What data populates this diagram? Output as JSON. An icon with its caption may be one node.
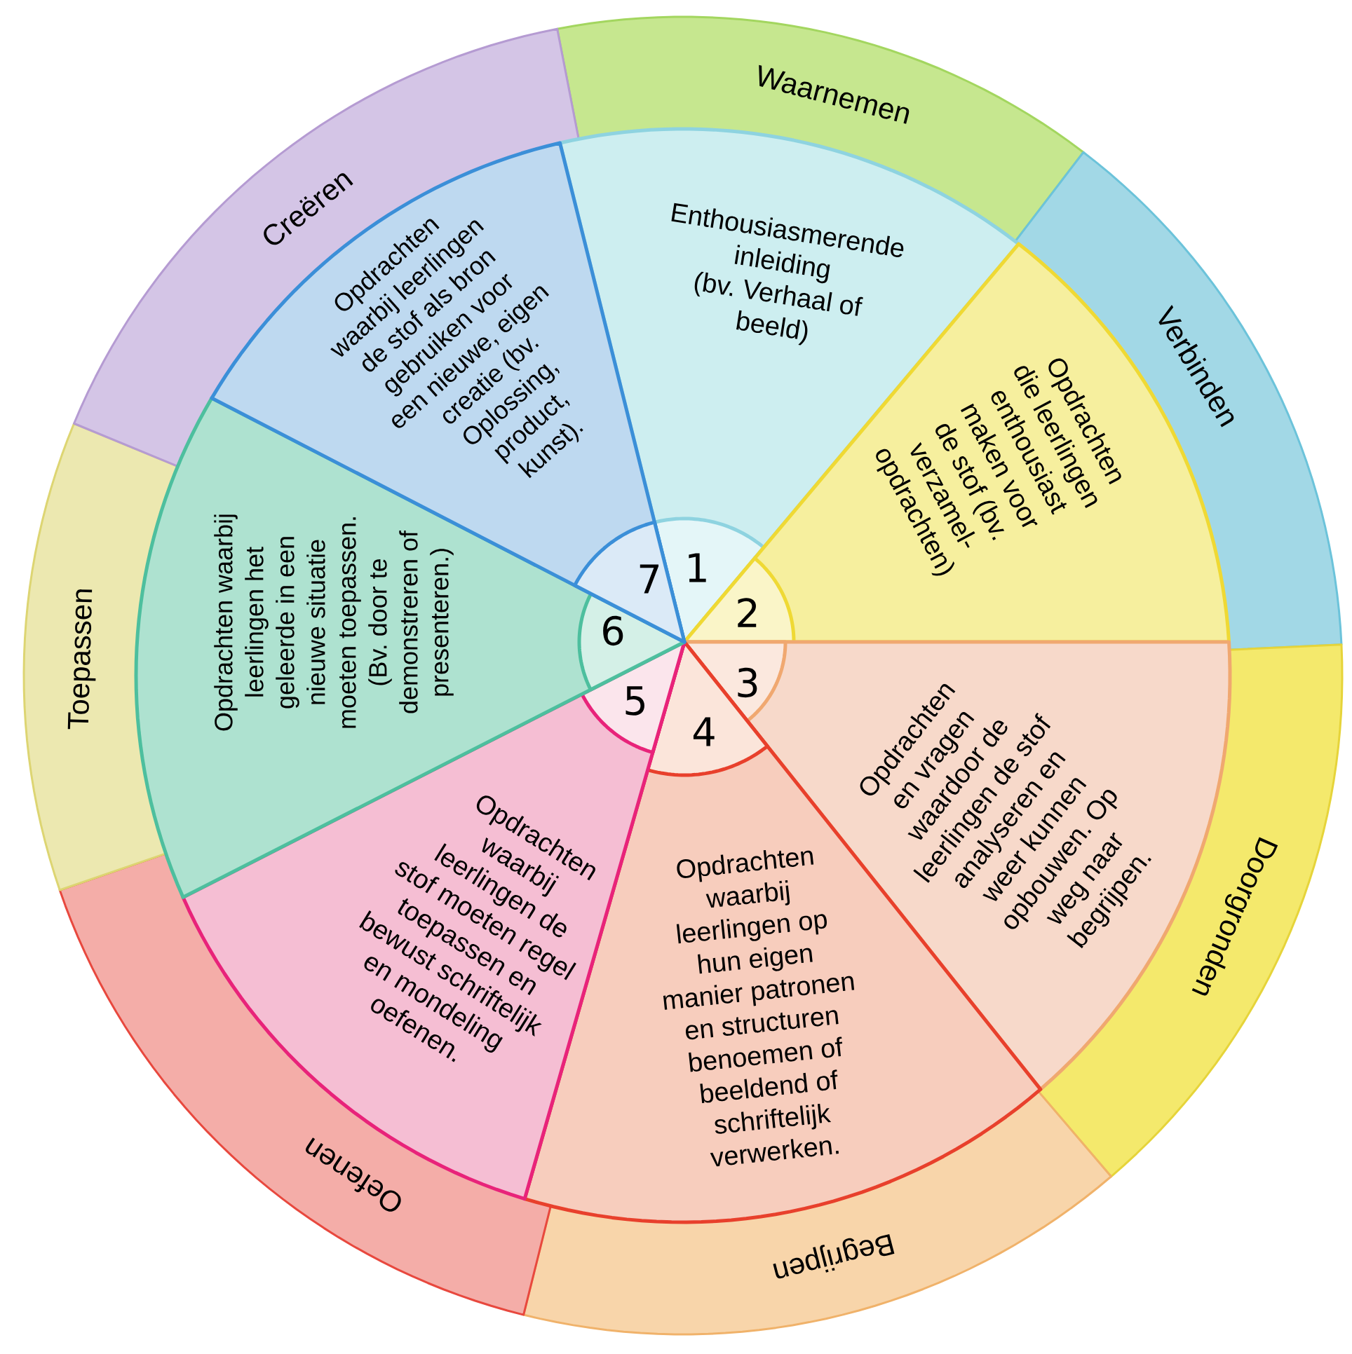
{
  "diagram": {
    "nodes": [
      {
        "text": [
          "Waarnemen"
        ]
      },
      {
        "text": [
          "Verbinden"
        ]
      },
      {
        "text": [
          "Doorgronden"
        ]
      },
      {
        "text": [
          "Begrijpen"
        ]
      },
      {
        "text": [
          "Oefenen"
        ]
      },
      {
        "text": [
          "Toepassen"
        ]
      },
      {
        "text": [
          "Creëren"
        ]
      },
      {
        "text": [
          "1",
          "Enthousiasmerende inleiding (bv. Verhaal of beeld)"
        ]
      },
      {
        "text": [
          "2",
          "Opdrachten die leerlingen enthousiast maken voor de stof (bv. verzamel- opdrachten)"
        ]
      },
      {
        "text": [
          "3",
          "Opdrachten en vragen waardoor de leerlingen de stof analyseren en weer kunnen opbouwen. Op weg naar begrijpen."
        ]
      },
      {
        "text": [
          "4",
          "Opdrachten waarbij leerlingen op hun eigen manier patronen en structuren benoemen of beeldend of schriftelijk verwerken."
        ]
      },
      {
        "text": [
          "5",
          "Opdrachten waarbij leerlingen de stof moeten regel toepassen en bewust schriftelijk en mondeling oefenen."
        ]
      },
      {
        "text": [
          "6",
          "Opdrachten waarbij leerlingen het geleerde in een nieuwe situatie moeten toepassen. (Bv. door te demonstreren of presenteren.)"
        ]
      },
      {
        "text": [
          "7",
          "Opdrachten waarbij leerlingen de stof als bron gebruiken voor een nieuwe, eigen creatie (bv. Oplossing, product, kunst)."
        ]
      }
    ]
  }
}
